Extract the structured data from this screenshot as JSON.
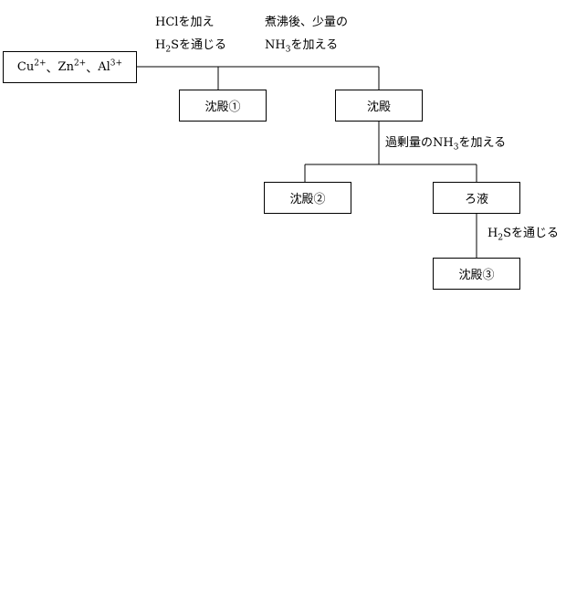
{
  "start": {
    "ion1_base": "Cu",
    "ion1_charge": "2+",
    "sep1": "、",
    "ion2_base": "Zn",
    "ion2_charge": "2+",
    "sep2": "、",
    "ion3_base": "Al",
    "ion3_charge": "3+"
  },
  "step1": {
    "line1": "HClを加え",
    "line2_a": "H",
    "line2_sub": "2",
    "line2_b": "Sを通じる"
  },
  "step2": {
    "line1": "煮沸後、少量の",
    "line2_a": "NH",
    "line2_sub": "3",
    "line2_b": "を加える"
  },
  "step3": {
    "a": "過剰量のNH",
    "sub": "3",
    "b": "を加える"
  },
  "step4": {
    "a": "H",
    "sub": "2",
    "b": "Sを通じる"
  },
  "boxes": {
    "precipitate1": "沈殿①",
    "precipitate": "沈殿",
    "precipitate2": "沈殿②",
    "filtrate": "ろ液",
    "precipitate3": "沈殿③"
  }
}
